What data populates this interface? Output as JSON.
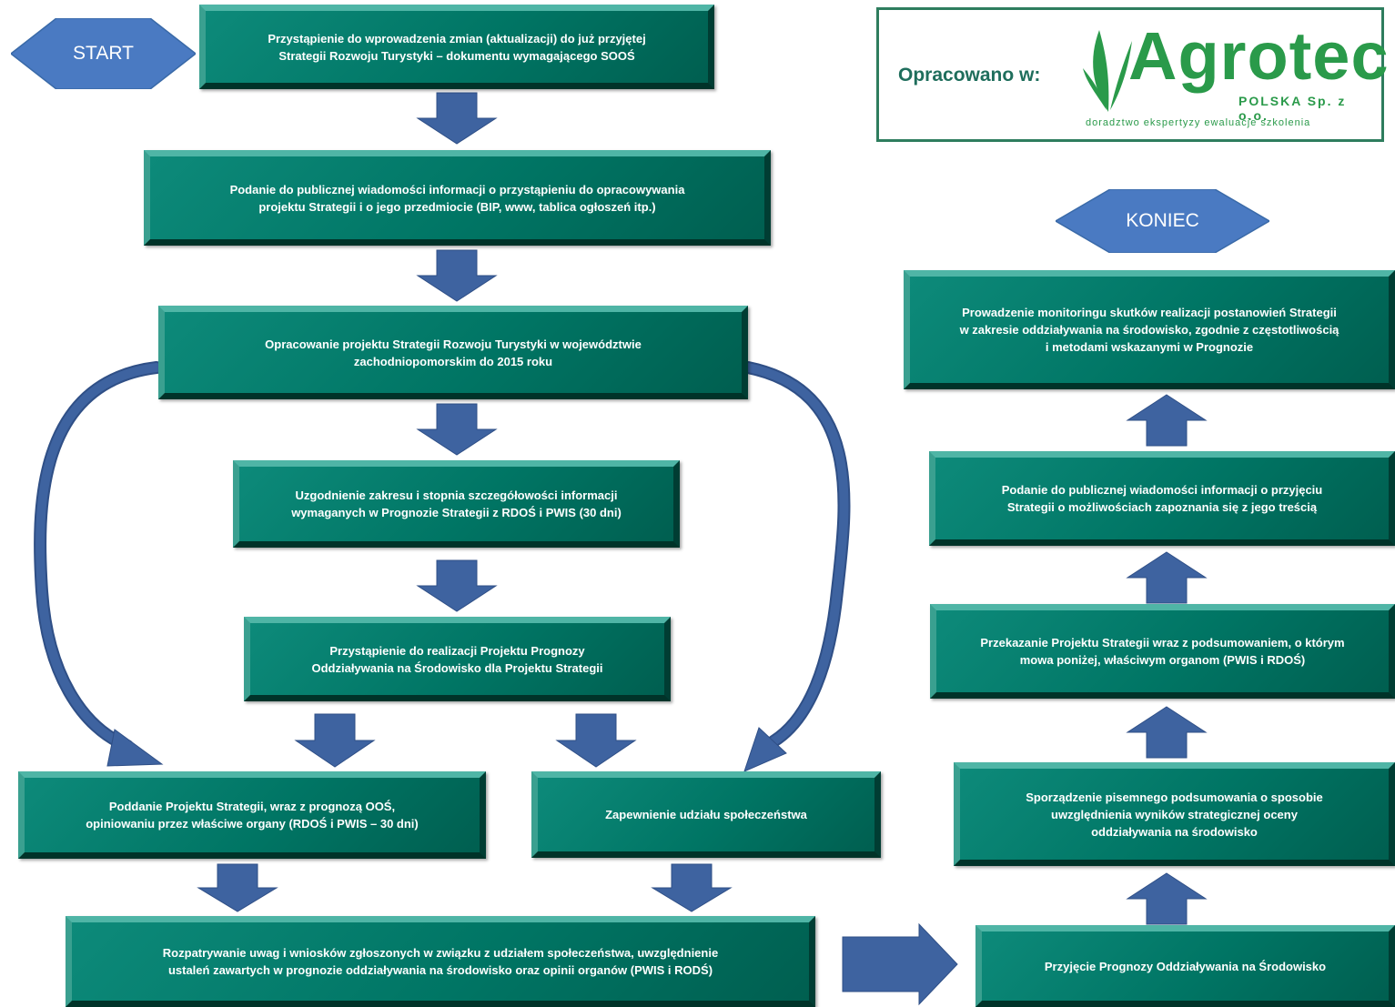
{
  "flow": {
    "start": "START",
    "end": "KONIEC",
    "step1": "Przystąpienie do wprowadzenia zmian (aktualizacji) do już przyjętej\nStrategii Rozwoju Turystyki – dokumentu wymagającego SOOŚ",
    "step2": "Podanie do publicznej wiadomości informacji o przystąpieniu do opracowywania\nprojektu Strategii i o jego przedmiocie (BIP, www, tablica ogłoszeń itp.)",
    "step3": "Opracowanie projektu Strategii Rozwoju Turystyki w województwie\nzachodniopomorskim do 2015 roku",
    "step4": "Uzgodnienie zakresu i stopnia szczegółowości informacji\nwymaganych w Prognozie Strategii z RDOŚ i PWIS (30 dni)",
    "step5": "Przystąpienie do realizacji Projektu Prognozy\nOddziaływania na Środowisko dla Projektu Strategii",
    "step6a": "Poddanie Projektu Strategii, wraz z prognozą OOŚ,\nopiniowaniu przez właściwe organy (RDOŚ i PWIS – 30 dni)",
    "step6b": "Zapewnienie udziału społeczeństwa",
    "step7": "Rozpatrywanie uwag i wniosków zgłoszonych w związku z udziałem społeczeństwa, uwzględnienie\nustaleń zawartych w prognozie oddziaływania na środowisko oraz opinii organów (PWIS i RODŚ)",
    "step8": "Przyjęcie Prognozy Oddziaływania na Środowisko",
    "step9": "Sporządzenie pisemnego podsumowania o sposobie\nuwzględnienia wyników strategicznej oceny\noddziaływania na środowisko",
    "step10": "Przekazanie Projektu Strategii wraz z podsumowaniem, o którym\nmowa poniżej, właściwym organom (PWIS i RDOŚ)",
    "step11": "Podanie do publicznej wiadomości informacji o przyjęciu\nStrategii o możliwościach zapoznania się z jego treścią",
    "step12": "Prowadzenie monitoringu skutków realizacji postanowień Strategii\nw zakresie oddziaływania na środowisko, zgodnie z częstotliwością\ni metodami wskazanymi w Prognozie"
  },
  "logo": {
    "label": "Opracowano w:",
    "name": "Agrotec",
    "sub": "POLSKA Sp. z o.o.",
    "tagline": "doradztwo ekspertyzy ewaluacje szkolenia"
  },
  "colors": {
    "box": "#007564",
    "arrow": "#3e63a0",
    "diamond": "#4a7ac2",
    "logo": "#2a9a4a"
  }
}
